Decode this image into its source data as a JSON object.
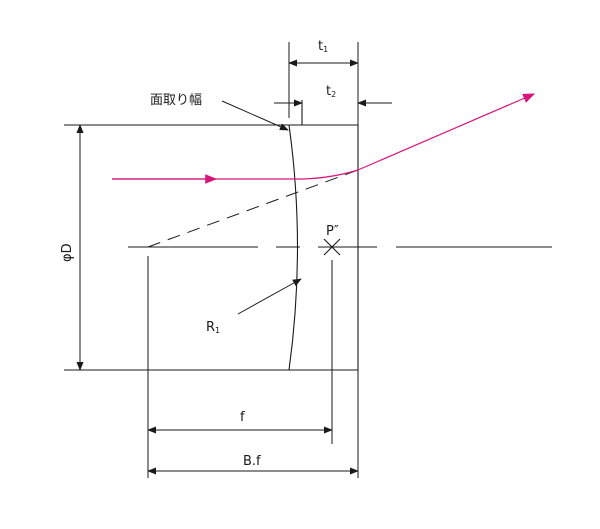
{
  "labels": {
    "t1_base": "t",
    "t1_sub": "1",
    "t2_base": "t",
    "t2_sub": "2",
    "chamfer_width": "面取り幅",
    "diameter": "φD",
    "principal_point": "P″",
    "radius_base": "R",
    "radius_sub": "1",
    "focal_length": "f",
    "back_focus": "B.f"
  },
  "colors": {
    "line": "#1a1a1a",
    "ray": "#d6177a"
  }
}
